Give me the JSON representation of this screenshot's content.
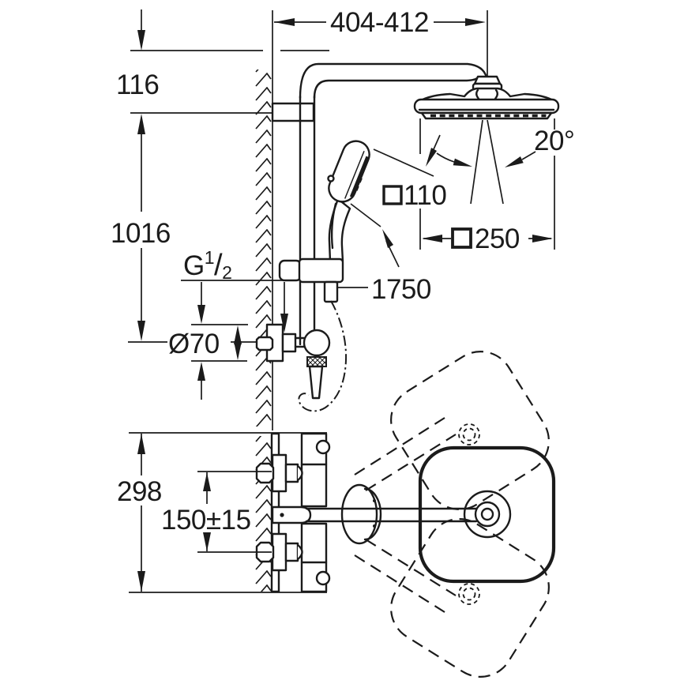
{
  "colors": {
    "background": "#ffffff",
    "ink": "#1b1b1b"
  },
  "side_view": {
    "dim_top_width": "404-412",
    "dim_offset_top": "116",
    "dim_riser_height": "1016",
    "thread": {
      "prefix": "G",
      "numerator": "1",
      "slash": "/",
      "denominator": "2"
    },
    "dim_escutcheon_diameter": "Ø70",
    "dim_hand_shower": {
      "symbol": "□",
      "value": "110"
    },
    "dim_head_shower": {
      "symbol": "□",
      "value": "250"
    },
    "dim_spray_angle": "20°",
    "dim_hose_length": "1750"
  },
  "plan_view": {
    "dim_overall_height": "298",
    "dim_inlet_spacing": "150±15"
  }
}
